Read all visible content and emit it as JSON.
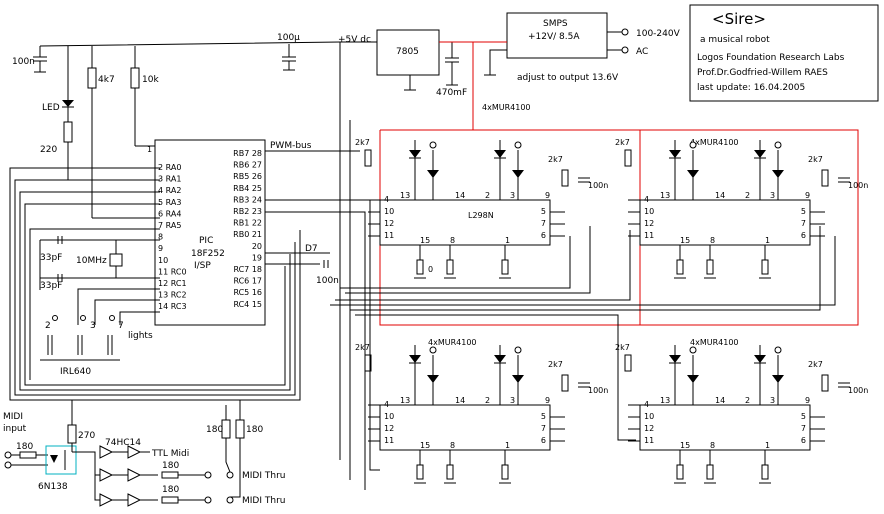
{
  "title_block": {
    "title": "<Sire>",
    "subtitle": "a musical robot",
    "org": "Logos Foundation Research Labs",
    "author": "Prof.Dr.Godfried-Willem RAES",
    "last_update": "last update:    16.04.2005"
  },
  "power": {
    "smps_line1": "SMPS",
    "smps_line2": "+12V/ 8.5A",
    "mains": "100-240V",
    "ac": "AC",
    "adjust": "adjust to output 13.6V",
    "regulator": "7805",
    "cap_470": "470mF",
    "supply": "+5V dc",
    "cap_100u": "100µ",
    "cap_100n_left": "100n",
    "pwm_bus": "PWM-bus"
  },
  "left": {
    "r4k7": "4k7",
    "r10k": "10k",
    "led": "LED",
    "r220": "220",
    "xtal": "10MHz",
    "c33a": "33pF",
    "c33b": "33pF",
    "lights": "lights",
    "irl": "IRL640",
    "d7": "D7",
    "c100n_mid": "100n",
    "n2": "2",
    "n3": "3",
    "n7": "7"
  },
  "pic": {
    "name1": "PIC",
    "name2": "18F252",
    "name3": "I/SP",
    "pin1": "1",
    "left_pins": [
      "2 RA0",
      "3 RA1",
      "4 RA2",
      "5 RA3",
      "6 RA4",
      "7 RA5",
      "8",
      "9",
      "10",
      "11 RC0",
      "12 RC1",
      "13 RC2",
      "14 RC3"
    ],
    "right_pins": [
      "RB7 28",
      "RB6 27",
      "RB5 26",
      "RB4 25",
      "RB3 24",
      "RB2 23",
      "RB1 22",
      "RB0 21",
      "20",
      "19",
      "RC7 18",
      "RC6 17",
      "RC5 16",
      "RC4 15"
    ]
  },
  "drivers": {
    "chip": "L298N",
    "mur": "4xMUR4100",
    "r2k7": "2k7",
    "c100n": "100n",
    "r0": "0",
    "pins_left": [
      "4",
      "10",
      "12",
      "11"
    ],
    "pins_right": [
      "5",
      "7",
      "6"
    ],
    "pins_top": [
      "13",
      "2",
      "14",
      "3",
      "9"
    ],
    "pins_bottom": [
      "15",
      "8",
      "1"
    ]
  },
  "midi": {
    "input_l1": "MIDI",
    "input_l2": "input",
    "r180a": "180",
    "r270": "270",
    "opto": "6N138",
    "inv": "74HC14",
    "ttl": "TTL Midi",
    "r180b": "180",
    "r180c": "180",
    "r180d": "180",
    "r180e": "180",
    "thru1": "MIDI Thru",
    "thru2": "MIDI Thru"
  }
}
